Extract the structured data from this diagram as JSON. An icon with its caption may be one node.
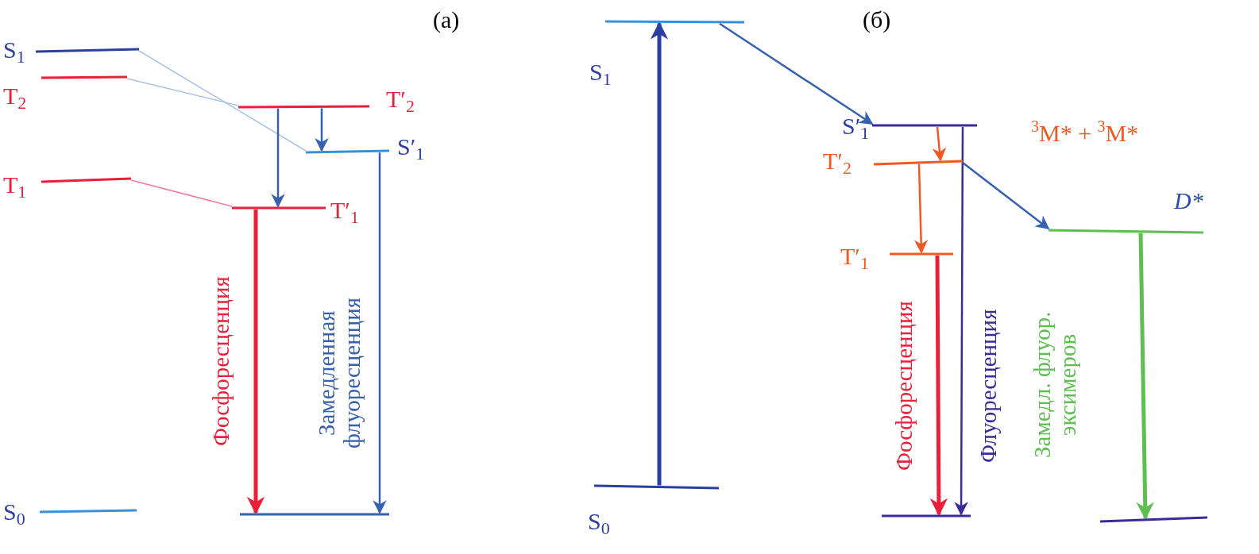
{
  "diagram": {
    "nodes": [
      {
        "text": [
          "S$_{1}$"
        ]
      },
      {
        "text": [
          "T$_{2}$"
        ]
      },
      {
        "text": [
          "T$_{1}$"
        ]
      },
      {
        "text": [
          "S$_{0}$"
        ]
      },
      {
        "text": [
          "T′$_{2}$"
        ]
      },
      {
        "text": [
          "S′$_{1}$"
        ]
      },
      {
        "text": [
          "T′$_{1}$"
        ]
      },
      {
        "text": [],
        "shape": "bar"
      },
      {
        "text": [
          "S$_{1}$"
        ]
      },
      {
        "text": [
          "S$_{0}$"
        ]
      },
      {
        "text": [
          "S′$_{1}$"
        ]
      },
      {
        "text": [
          "T′$_{2}$"
        ]
      },
      {
        "text": [
          "T′$_{1}$"
        ]
      },
      {
        "text": [
          "D*"
        ]
      },
      {
        "text": [],
        "shape": "bar"
      },
      {
        "text": [],
        "shape": "bar"
      }
    ],
    "edges": [
      {
        "from": 0,
        "to": 5,
        "arrow": "none",
        "color": "#a9c4e6"
      },
      {
        "from": 1,
        "to": 4,
        "arrow": "none",
        "color": "#a9c4e6"
      },
      {
        "from": 2,
        "to": 6,
        "arrow": "none",
        "color": "#f07aa0"
      },
      {
        "from": 4,
        "to": 5,
        "arrow": "to"
      },
      {
        "from": 4,
        "to": 6,
        "arrow": "to"
      },
      {
        "from": 6,
        "to": 7,
        "arrow": "to",
        "label": "Фосфоресценция",
        "style": "thick",
        "color": "#e8203a"
      },
      {
        "from": 5,
        "to": 7,
        "arrow": "to",
        "label": "Замедленная флуоресценция"
      },
      {
        "from": 9,
        "to": 8,
        "arrow": "to",
        "style": "thick",
        "color": "#2c3f9e"
      },
      {
        "from": 8,
        "to": 10,
        "arrow": "to"
      },
      {
        "from": 10,
        "to": 11,
        "arrow": "to",
        "color": "#f05a22"
      },
      {
        "from": 11,
        "to": 12,
        "arrow": "to",
        "color": "#f05a22"
      },
      {
        "from": 12,
        "to": 14,
        "arrow": "to",
        "label": "Фосфоресценция",
        "style": "thick",
        "color": "#e8203a"
      },
      {
        "from": 10,
        "to": 14,
        "arrow": "to",
        "label": "Флуоресценция",
        "color": "#3a2a9a"
      },
      {
        "from": 11,
        "to": 13,
        "arrow": "to"
      },
      {
        "from": 13,
        "to": 15,
        "arrow": "to",
        "label": "Замедл. флуор. эксимеров",
        "style": "thick",
        "color": "#5cbf50"
      }
    ],
    "labels": [
      "(а)",
      "(б)",
      "$^{3}$M* + $^{3}$M*"
    ]
  }
}
